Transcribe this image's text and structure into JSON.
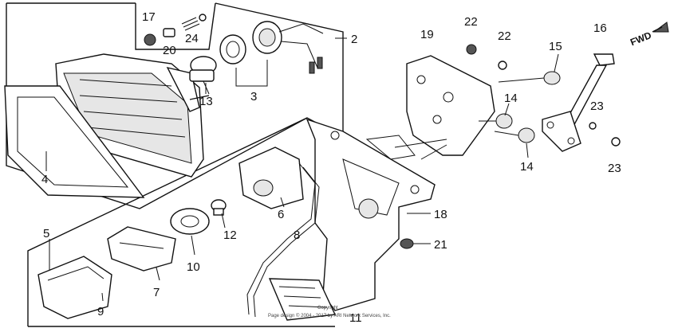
{
  "direction_label": "FWD",
  "copyright": {
    "line1": "Copyright",
    "line2": "Page design © 2004 - 2017 by ARI Network Services, Inc."
  },
  "callouts": [
    {
      "id": "c17",
      "text": "17"
    },
    {
      "id": "c20",
      "text": "20"
    },
    {
      "id": "c24",
      "text": "24"
    },
    {
      "id": "c2",
      "text": "2"
    },
    {
      "id": "c13",
      "text": "13"
    },
    {
      "id": "c3",
      "text": "3"
    },
    {
      "id": "c4",
      "text": "4"
    },
    {
      "id": "c22a",
      "text": "22"
    },
    {
      "id": "c22b",
      "text": "22"
    },
    {
      "id": "c19",
      "text": "19"
    },
    {
      "id": "c15",
      "text": "15"
    },
    {
      "id": "c16",
      "text": "16"
    },
    {
      "id": "c14a",
      "text": "14"
    },
    {
      "id": "c14b",
      "text": "14"
    },
    {
      "id": "c23a",
      "text": "23"
    },
    {
      "id": "c23b",
      "text": "23"
    },
    {
      "id": "c6",
      "text": "6"
    },
    {
      "id": "c12",
      "text": "12"
    },
    {
      "id": "c8",
      "text": "8"
    },
    {
      "id": "c18",
      "text": "18"
    },
    {
      "id": "c21",
      "text": "21"
    },
    {
      "id": "c5",
      "text": "5"
    },
    {
      "id": "c10",
      "text": "10"
    },
    {
      "id": "c7",
      "text": "7"
    },
    {
      "id": "c9",
      "text": "9"
    },
    {
      "id": "c11",
      "text": "11"
    }
  ]
}
